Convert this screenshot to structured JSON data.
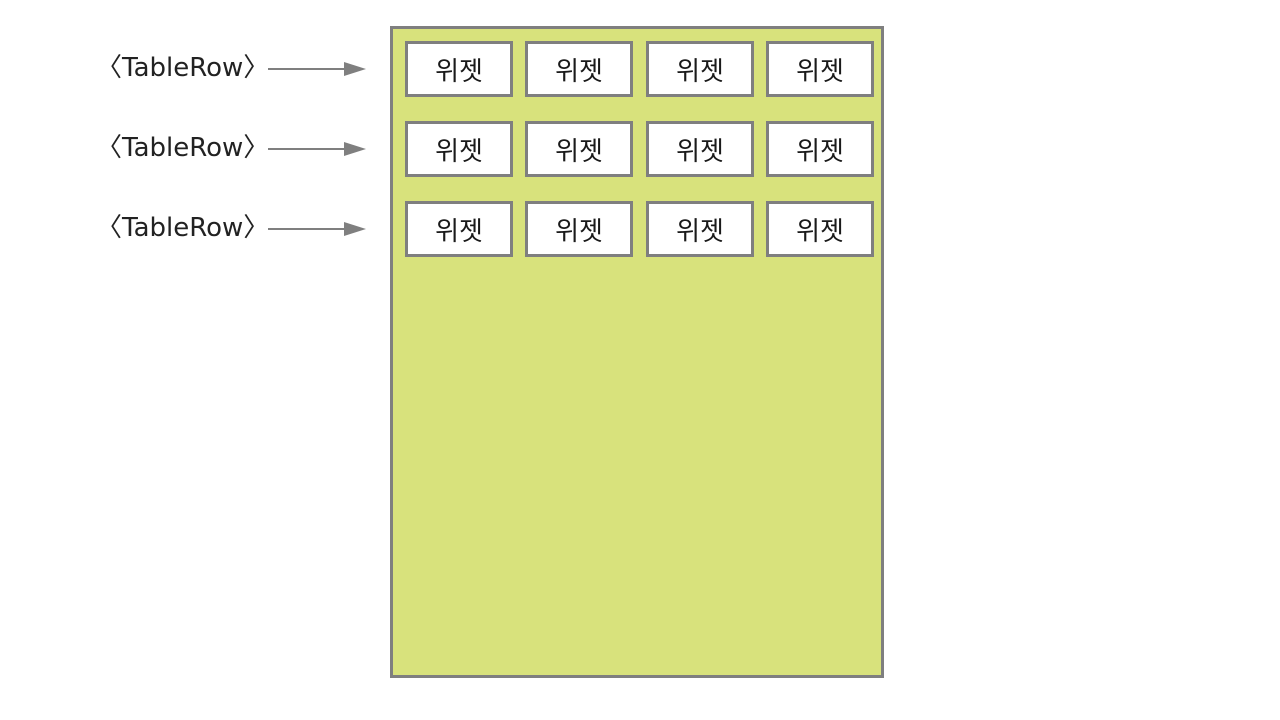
{
  "colors": {
    "table_fill": "#d8e27c",
    "border": "#7f7f7f",
    "arrow": "#7f7f7f",
    "widget_fill": "#ffffff"
  },
  "rows": [
    {
      "label": "〈TableRow〉",
      "widgets": [
        "위젯",
        "위젯",
        "위젯",
        "위젯"
      ]
    },
    {
      "label": "〈TableRow〉",
      "widgets": [
        "위젯",
        "위젯",
        "위젯",
        "위젯"
      ]
    },
    {
      "label": "〈TableRow〉",
      "widgets": [
        "위젯",
        "위젯",
        "위젯",
        "위젯"
      ]
    }
  ]
}
